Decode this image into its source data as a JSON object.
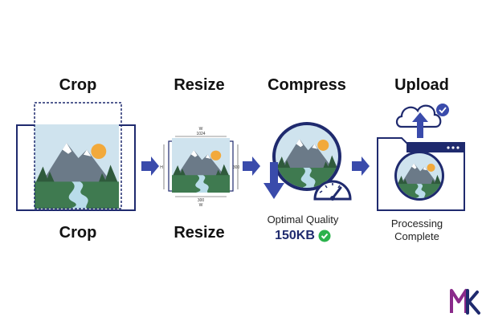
{
  "stages": [
    {
      "title": "Crop",
      "subtitle": "Crop"
    },
    {
      "title": "Resize",
      "subtitle": "Resize"
    },
    {
      "title": "Compress"
    },
    {
      "title": "Upload"
    }
  ],
  "resize_dims": {
    "top_w": "W",
    "top_value": "1024",
    "side_h": "H",
    "side_value": "300",
    "bottom_value": "300",
    "bottom_w": "W"
  },
  "compress": {
    "quality_label": "Optimal Quality",
    "size_label": "150KB"
  },
  "upload": {
    "status_line1": "Processing",
    "status_line2": "Complete"
  },
  "colors": {
    "arrow": "#3a4bab",
    "navy": "#1f2a6e",
    "check_green": "#2bb24c",
    "sky": "#cfe3ee",
    "mountain": "#6b7a88",
    "forest": "#2f5a3c",
    "river": "#b9dcea",
    "sun": "#f2a93b"
  },
  "icons": [
    "mountain-landscape-icon",
    "right-arrow-icon",
    "down-arrow-icon",
    "speedometer-icon",
    "check-badge-icon",
    "cloud-upload-icon",
    "browser-window-icon",
    "watermark-logo"
  ]
}
